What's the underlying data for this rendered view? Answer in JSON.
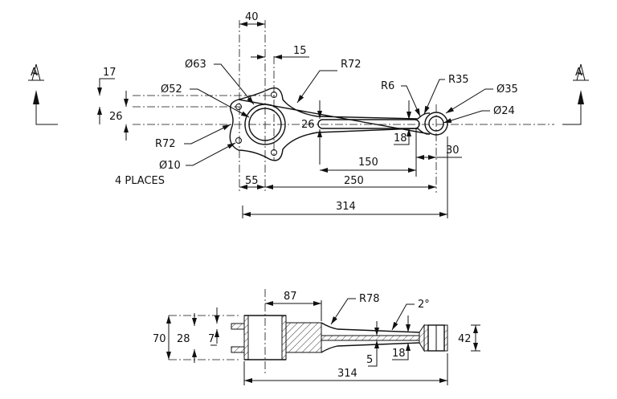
{
  "section_markers": {
    "left": "A",
    "right": "A"
  },
  "top_view": {
    "dims": {
      "d40": "40",
      "d15": "15",
      "d17": "17",
      "d26_left": "26",
      "d26_slot": "26",
      "d55": "55",
      "d250": "250",
      "d150": "150",
      "d30": "30",
      "d314": "314",
      "d18": "18"
    },
    "callouts": {
      "dia63": "Ø63",
      "dia52": "Ø52",
      "r72_top": "R72",
      "r72_left": "R72",
      "dia10": "Ø10",
      "places": "4 PLACES",
      "r6": "R6",
      "r35": "R35",
      "dia35": "Ø35",
      "dia24": "Ø24"
    }
  },
  "section_view": {
    "dims": {
      "d87": "87",
      "d70": "70",
      "d28": "28",
      "d7": "7",
      "d5": "5",
      "d18": "18",
      "d42": "42",
      "d314": "314"
    },
    "callouts": {
      "r78": "R78",
      "angle": "2°"
    }
  }
}
